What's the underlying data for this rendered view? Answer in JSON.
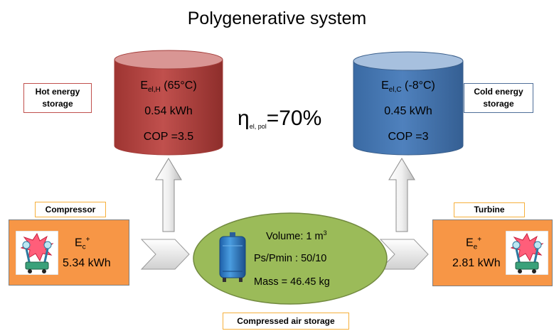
{
  "title": "Polygenerative system",
  "hot_storage": {
    "label_line1": "Hot energy",
    "label_line2": "storage",
    "energy_main": "E",
    "energy_sub": "el,H",
    "energy_temp": " (65°C)",
    "energy_value": "0.54 kWh",
    "cop": "COP =3.5",
    "color": "#c0504d"
  },
  "cold_storage": {
    "label_line1": "Cold energy",
    "label_line2": "storage",
    "energy_main": "E",
    "energy_sub": "el,C",
    "energy_temp": " (-8°C)",
    "energy_value": "0.45 kWh",
    "cop": "COP =3",
    "color": "#4f81bd"
  },
  "efficiency": {
    "symbol": "η",
    "sub": "el, pol",
    "value": "=70%"
  },
  "compressor": {
    "label": "Compressor",
    "energy_main": "E",
    "energy_sub": "c",
    "energy_sup": "+",
    "energy_value": "5.34 kWh",
    "icon": "motor-icon"
  },
  "turbine": {
    "label": "Turbine",
    "energy_main": "E",
    "energy_sub": "e",
    "energy_sup": "+",
    "energy_value": "2.81 kWh",
    "icon": "motor-icon"
  },
  "air_storage": {
    "label": "Compressed air storage",
    "volume_prefix": "Volume: 1 m",
    "volume_sup": "3",
    "pressure": "Ps/Pmin : 50/10",
    "mass": "Mass = 46.45 kg",
    "icon": "air-tank-icon",
    "color": "#9bbb59"
  }
}
